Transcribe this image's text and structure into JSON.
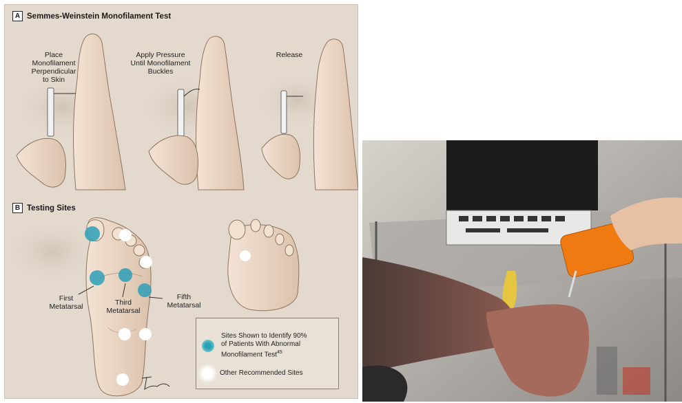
{
  "figure": {
    "section_a": {
      "letter": "A",
      "title": "Semmes-Weinstein Monofilament Test"
    },
    "steps": [
      {
        "lines": [
          "Place",
          "Monofilament",
          "Perpendicular",
          "to Skin"
        ]
      },
      {
        "lines": [
          "Apply Pressure",
          "Until Monofilament",
          "Buckles"
        ]
      },
      {
        "lines": [
          "Release"
        ]
      }
    ],
    "section_b": {
      "letter": "B",
      "title": "Testing Sites"
    },
    "sites": {
      "first": [
        "First",
        "Metatarsal"
      ],
      "third": [
        "Third",
        "Metatarsal"
      ],
      "fifth": [
        "Fifth",
        "Metatarsal"
      ]
    },
    "legend": {
      "blue_lines": [
        "Sites Shown to Identify 90%",
        "of Patients With Abnormal",
        "Monofilament Test"
      ],
      "blue_superscript": "45",
      "white_label": "Other Recommended Sites"
    },
    "signature": "T.Glass"
  },
  "photo": {
    "colors": {
      "device": "#f07a12",
      "monitor": "#1c1c1c",
      "background": "#c9c5bf"
    }
  }
}
